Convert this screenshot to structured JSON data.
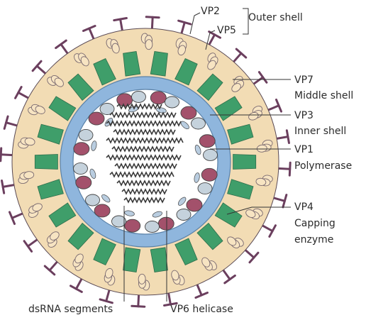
{
  "diagram": {
    "labels": {
      "vp2": "VP2",
      "vp5": "VP5",
      "outer_shell": "Outer shell",
      "vp7": "VP7",
      "middle_shell": "Middle shell",
      "vp3": "VP3",
      "inner_shell": "Inner shell",
      "vp1": "VP1",
      "polymerase": "Polymerase",
      "vp4": "VP4",
      "capping": "Capping",
      "enzyme": "enzyme",
      "dsrna": "dsRNA segments",
      "vp6": "VP6 helicase"
    },
    "colors": {
      "outer_ring": "#f2dcb4",
      "green": "#3f9e6a",
      "blue_shell": "#8fb6dd",
      "enzyme_red": "#a3516b",
      "enzyme_gray": "#c5d2dc",
      "spike": "#6b3f5e",
      "rna": "#3a3a3a",
      "line": "#333333"
    }
  }
}
